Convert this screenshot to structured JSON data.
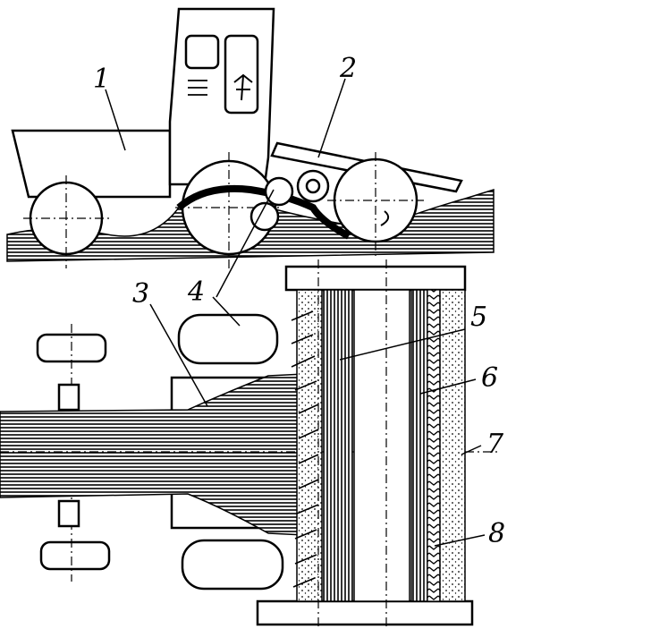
{
  "labels": {
    "l1": "1",
    "l2": "2",
    "l3": "3",
    "l4": "4",
    "l5": "5",
    "l6": "6",
    "l7": "7",
    "l8": "8"
  },
  "colors": {
    "ink": "#000000",
    "paper": "#ffffff"
  }
}
